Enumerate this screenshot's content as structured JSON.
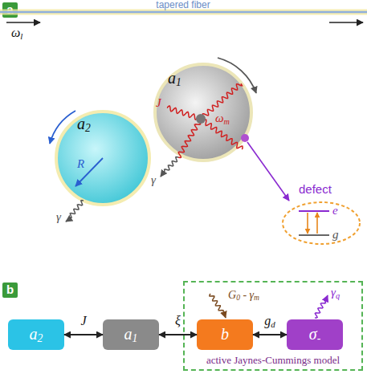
{
  "diagram": {
    "nodes": [
      {
        "text": [
          "a"
        ]
      },
      {
        "text": [
          "a2",
          "R"
        ]
      },
      {
        "text": [
          "a1",
          "ωm"
        ]
      },
      {
        "text": [
          "defect",
          "e",
          "g"
        ]
      },
      {
        "text": [
          "b"
        ]
      },
      {
        "text": [
          "active Jaynes-Cummings model"
        ]
      },
      {
        "text": [
          "a2"
        ]
      },
      {
        "text": [
          "a1"
        ]
      },
      {
        "text": [
          "b"
        ],
        "in": 5
      },
      {
        "text": [
          "σ-"
        ],
        "in": 5
      }
    ],
    "edges": [
      {
        "from": 6,
        "to": 7,
        "label": "J",
        "arrow": "both"
      },
      {
        "from": 7,
        "to": 8,
        "label": "ξ",
        "arrow": "both"
      },
      {
        "from": 8,
        "to": 9,
        "label": "gd",
        "arrow": "both"
      }
    ],
    "labels": [
      "tapered fiber",
      "ωl",
      "J",
      "γ",
      "γ",
      "G0 - γm",
      "γq"
    ]
  }
}
